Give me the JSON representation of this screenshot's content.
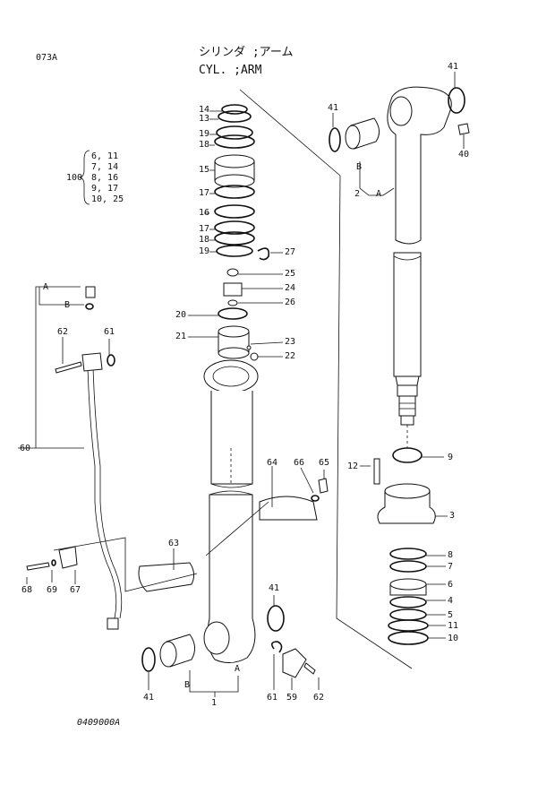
{
  "header": {
    "page_code": "073A",
    "title_jp": "シリンダ ;アーム",
    "title_en": "CYL. ;ARM"
  },
  "set_bracket": {
    "number": "100",
    "items": [
      "6, 11",
      "7, 14",
      "8, 16",
      "9, 17",
      "10, 25"
    ]
  },
  "footer": {
    "drawing_no": "0409000A"
  },
  "callouts": [
    {
      "id": "c14",
      "text": "14"
    },
    {
      "id": "c13",
      "text": "13"
    },
    {
      "id": "c19a",
      "text": "19"
    },
    {
      "id": "c18a",
      "text": "18"
    },
    {
      "id": "c15",
      "text": "15"
    },
    {
      "id": "c17a",
      "text": "17"
    },
    {
      "id": "c16",
      "text": "16"
    },
    {
      "id": "c17b",
      "text": "17"
    },
    {
      "id": "c18b",
      "text": "18"
    },
    {
      "id": "c19b",
      "text": "19"
    },
    {
      "id": "c27",
      "text": "27"
    },
    {
      "id": "c25",
      "text": "25"
    },
    {
      "id": "c24",
      "text": "24"
    },
    {
      "id": "c26",
      "text": "26"
    },
    {
      "id": "c20",
      "text": "20"
    },
    {
      "id": "c21",
      "text": "21"
    },
    {
      "id": "c23",
      "text": "23"
    },
    {
      "id": "c22",
      "text": "22"
    },
    {
      "id": "c41a",
      "text": "41"
    },
    {
      "id": "c41b",
      "text": "41"
    },
    {
      "id": "c40",
      "text": "40"
    },
    {
      "id": "cBa",
      "text": "B"
    },
    {
      "id": "c2",
      "text": "2"
    },
    {
      "id": "cAa",
      "text": "A"
    },
    {
      "id": "cAb",
      "text": "A"
    },
    {
      "id": "cBb",
      "text": "B"
    },
    {
      "id": "c62a",
      "text": "62"
    },
    {
      "id": "c61a",
      "text": "61"
    },
    {
      "id": "c60",
      "text": "60"
    },
    {
      "id": "c12",
      "text": "12"
    },
    {
      "id": "c9",
      "text": "9"
    },
    {
      "id": "c3",
      "text": "3"
    },
    {
      "id": "c64",
      "text": "64"
    },
    {
      "id": "c66",
      "text": "66"
    },
    {
      "id": "c65",
      "text": "65"
    },
    {
      "id": "c63",
      "text": "63"
    },
    {
      "id": "c8",
      "text": "8"
    },
    {
      "id": "c7",
      "text": "7"
    },
    {
      "id": "c6",
      "text": "6"
    },
    {
      "id": "c4",
      "text": "4"
    },
    {
      "id": "c5",
      "text": "5"
    },
    {
      "id": "c11",
      "text": "11"
    },
    {
      "id": "c10",
      "text": "10"
    },
    {
      "id": "c68",
      "text": "68"
    },
    {
      "id": "c69",
      "text": "69"
    },
    {
      "id": "c67",
      "text": "67"
    },
    {
      "id": "c41c",
      "text": "41"
    },
    {
      "id": "cAc",
      "text": "A"
    },
    {
      "id": "cBc",
      "text": "B"
    },
    {
      "id": "c1",
      "text": "1"
    },
    {
      "id": "c41d",
      "text": "41"
    },
    {
      "id": "c61b",
      "text": "61"
    },
    {
      "id": "c59",
      "text": "59"
    },
    {
      "id": "c62b",
      "text": "62"
    }
  ]
}
